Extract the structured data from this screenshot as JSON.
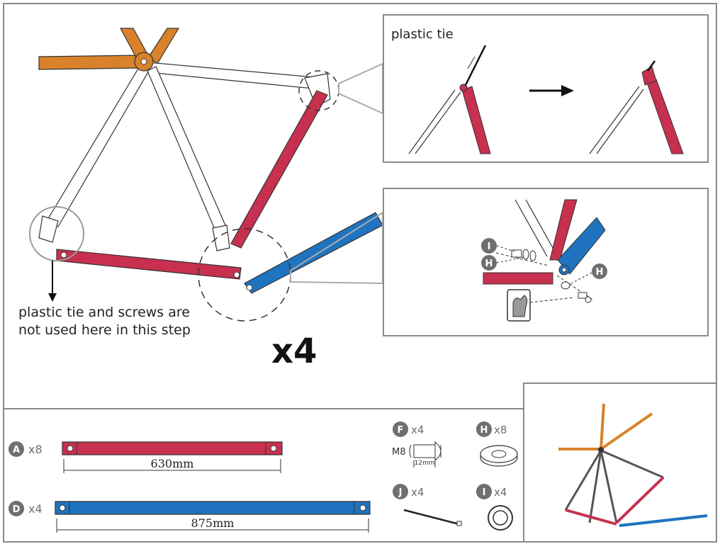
{
  "colors": {
    "red": "#c8304f",
    "blue": "#1f73bf",
    "orange": "#d9822b",
    "circle_badge": "#6f6f6f",
    "border": "#8a8a8a"
  },
  "main": {
    "note_line1": "plastic tie and screws are",
    "note_line2": "not used here in this step",
    "multiplier": "x4"
  },
  "detail_tie": {
    "title": "plastic tie"
  },
  "detail_bolt": {
    "label_i": "I",
    "label_h1": "H",
    "label_h2": "H"
  },
  "parts": {
    "a": {
      "letter": "A",
      "qty": "x8",
      "length": "630mm"
    },
    "d": {
      "letter": "D",
      "qty": "x4",
      "length": "875mm"
    },
    "f": {
      "letter": "F",
      "qty": "x4",
      "thread": "M8",
      "size": "12mm"
    },
    "h": {
      "letter": "H",
      "qty": "x8"
    },
    "j": {
      "letter": "J",
      "qty": "x4"
    },
    "i": {
      "letter": "I",
      "qty": "x4"
    }
  }
}
